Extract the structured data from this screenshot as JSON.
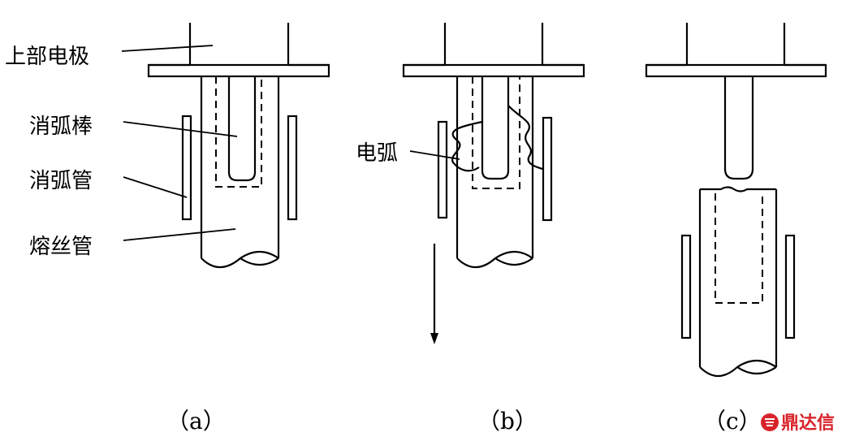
{
  "labels": {
    "upper_electrode": "上部电极",
    "arc_rod": "消弧棒",
    "arc_tube": "消弧管",
    "fuse_tube": "熔丝管",
    "arc": "电弧"
  },
  "captions": {
    "a": "（a）",
    "b": "（b）",
    "c": "（c）"
  },
  "watermark": {
    "text": "鼎达信",
    "color": "#d8232a"
  }
}
